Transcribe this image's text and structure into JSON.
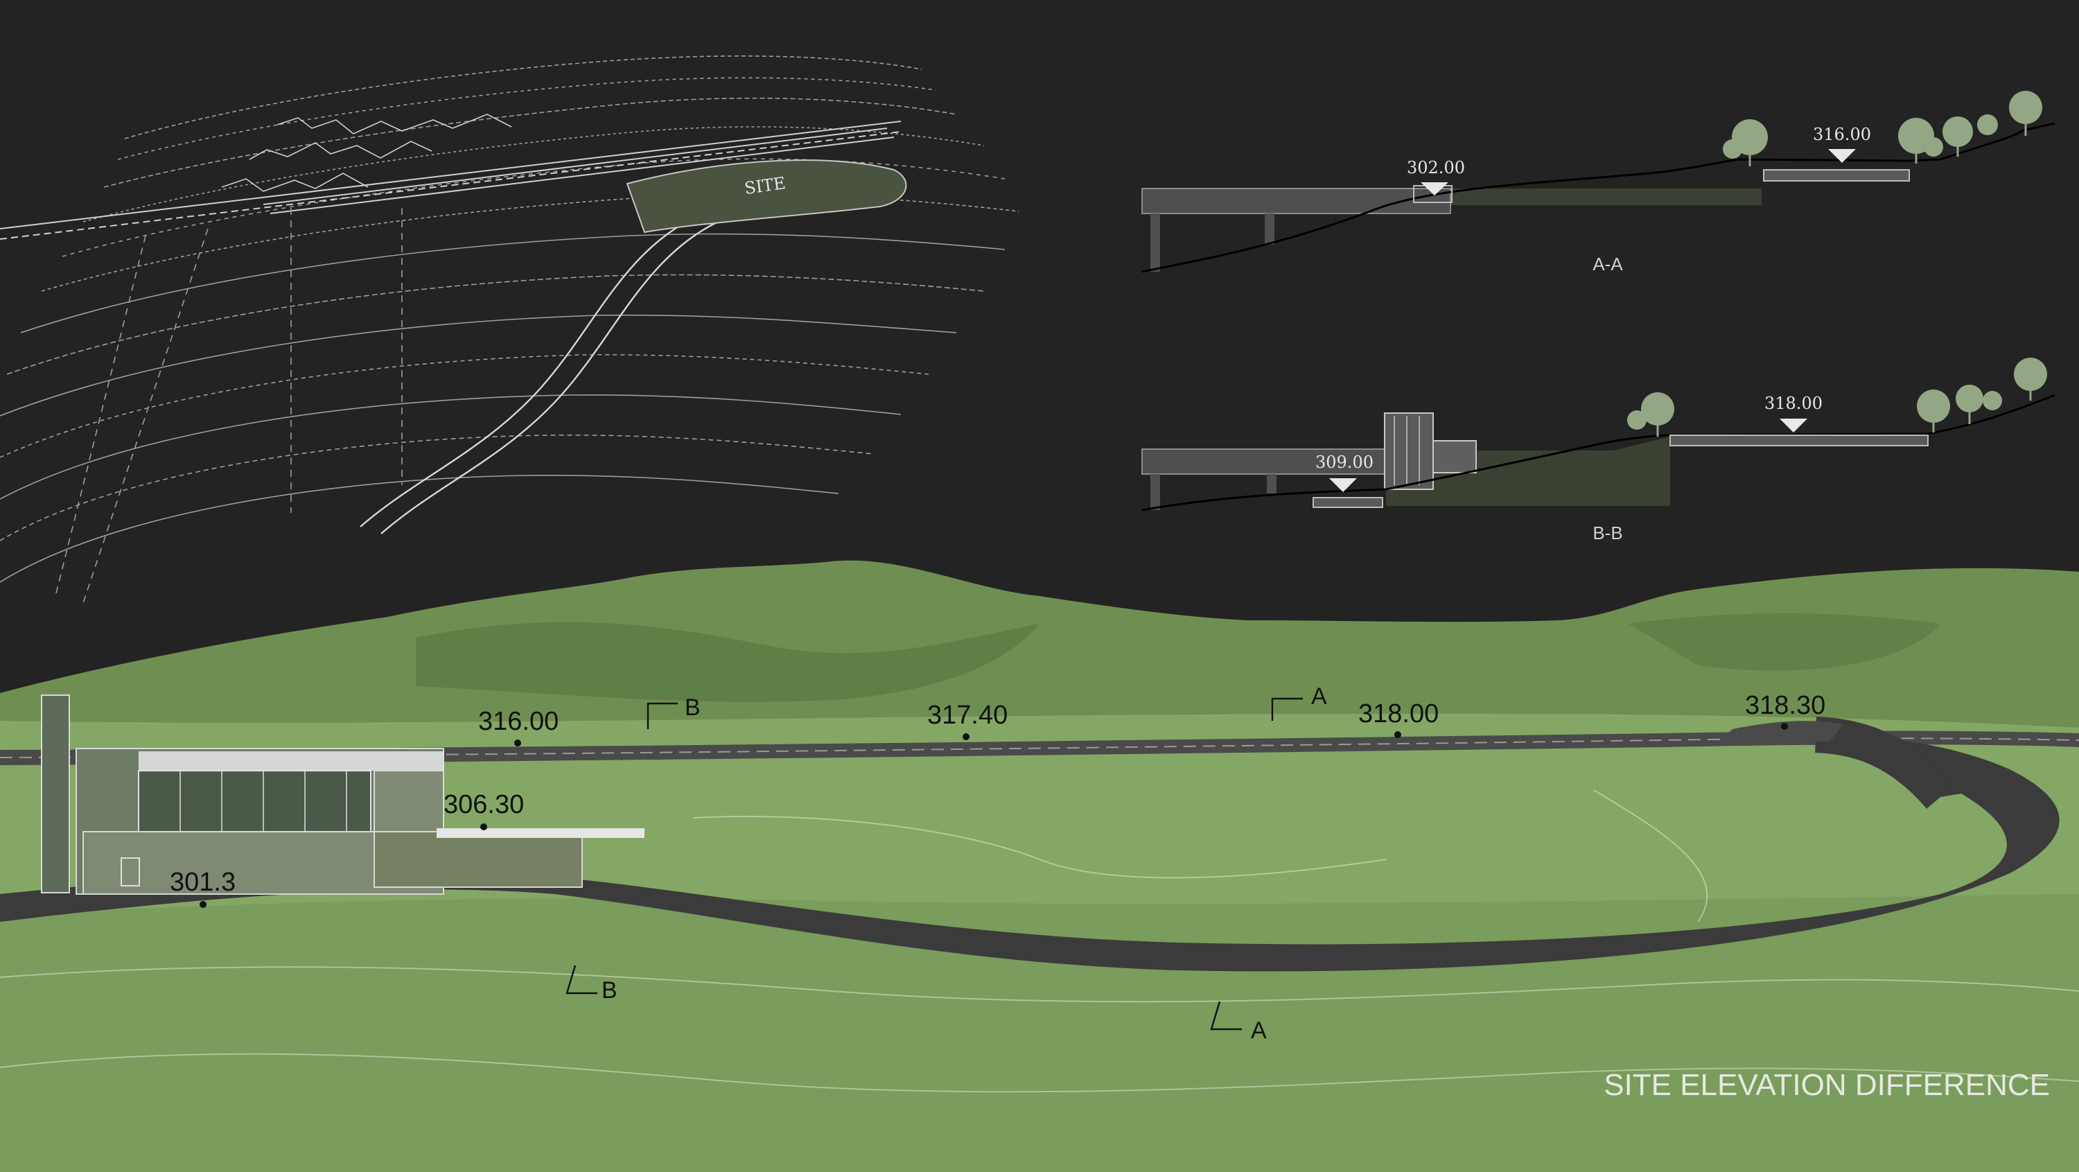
{
  "colors": {
    "background": "#232323",
    "terrain": "#84a765",
    "terrain_dark": "#6f8f52",
    "road": "#3b3b3b",
    "line": "#bdbdbd",
    "tree": "#93a784",
    "site_fill": "#4a5240"
  },
  "site_plan": {
    "site_label": "SITE"
  },
  "sections": {
    "aa": {
      "label": "A-A",
      "levels": [
        "302.00",
        "316.00"
      ]
    },
    "bb": {
      "label": "B-B",
      "levels": [
        "309.00",
        "318.00"
      ]
    }
  },
  "view": {
    "elevations": [
      "316.00",
      "317.40",
      "318.00",
      "318.30",
      "306.30",
      "301.3"
    ],
    "cut_markers": [
      "B",
      "A",
      "B",
      "A"
    ]
  },
  "caption": "SITE ELEVATION DIFFERENCE"
}
